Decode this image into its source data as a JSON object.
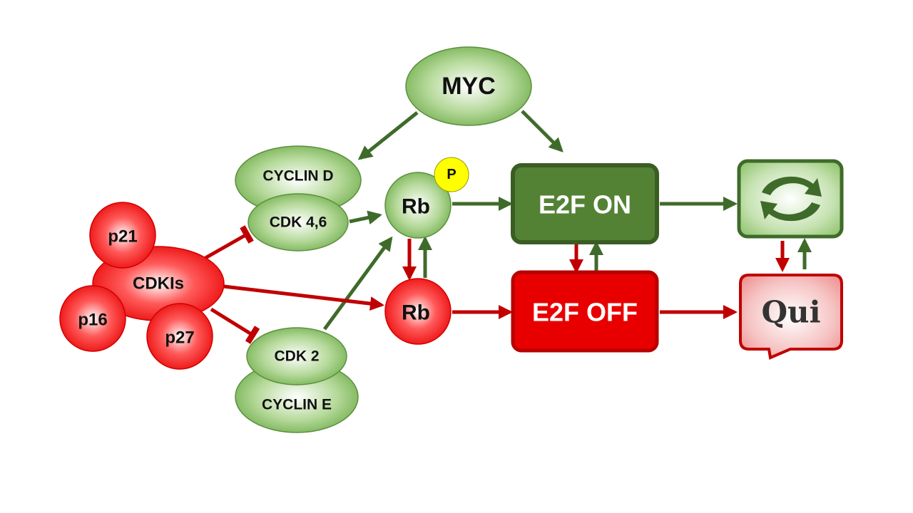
{
  "nodes": {
    "myc": "MYC",
    "cyclin_d": "CYCLIN D",
    "cdk46": "CDK 4,6",
    "rb_phos": "Rb",
    "phospho": "P",
    "e2f_on": "E2F ON",
    "e2f_off": "E2F OFF",
    "rb": "Rb",
    "cdkis": "CDKIs",
    "p21": "p21",
    "p16": "p16",
    "p27": "p27",
    "cdk2": "CDK 2",
    "cyclin_e": "CYCLIN E",
    "quiescence": "Qui"
  },
  "colors": {
    "green_dark": "#3f6b2a",
    "green_box": "#548235",
    "green_light": "#a9d18e",
    "red": "#e00000",
    "red_dark": "#c00000",
    "yellow": "#ffff00"
  },
  "icons": {
    "cycle": "cycle-arrows-icon"
  }
}
